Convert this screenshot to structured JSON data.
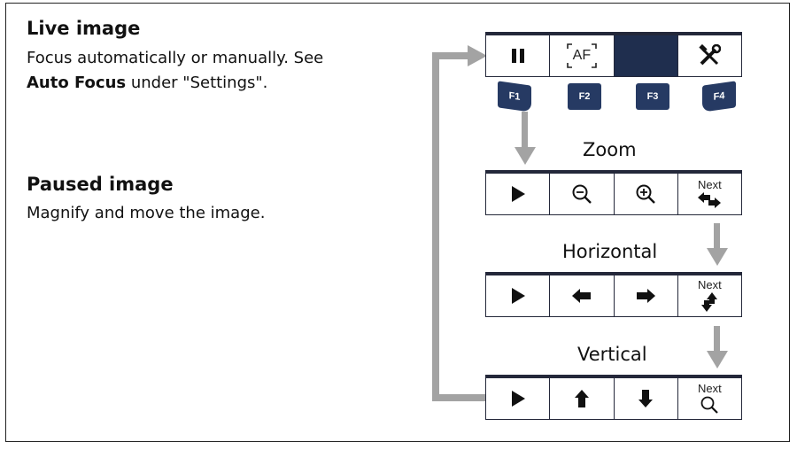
{
  "live": {
    "title": "Live image",
    "line1": "Focus automatically or manually. See",
    "bold": "Auto Focus",
    "tail": " under \"Settings\"."
  },
  "paused": {
    "title": "Paused image",
    "text": "Magnify and move the image."
  },
  "top_bar": {
    "af_label": "AF",
    "icons": [
      "pause-icon",
      "auto-focus-icon",
      "blank",
      "tools-icon"
    ]
  },
  "fkeys": [
    "F1",
    "F2",
    "F3",
    "F4"
  ],
  "zoom": {
    "title": "Zoom",
    "next": "Next",
    "icons": [
      "play-icon",
      "zoom-out-icon",
      "zoom-in-icon",
      "next-horizontal-arrows-icon"
    ]
  },
  "horizontal": {
    "title": "Horizontal",
    "next": "Next",
    "icons": [
      "play-icon",
      "arrow-left-icon",
      "arrow-right-icon",
      "next-vertical-arrows-icon"
    ]
  },
  "vertical": {
    "title": "Vertical",
    "next": "Next",
    "icons": [
      "play-icon",
      "arrow-up-icon",
      "arrow-down-icon",
      "next-magnifier-icon"
    ]
  },
  "colors": {
    "button_border": "#24283a",
    "fkey": "#263a63",
    "blank_button": "#1f2e4e",
    "arrow_gray": "#a3a3a3"
  }
}
